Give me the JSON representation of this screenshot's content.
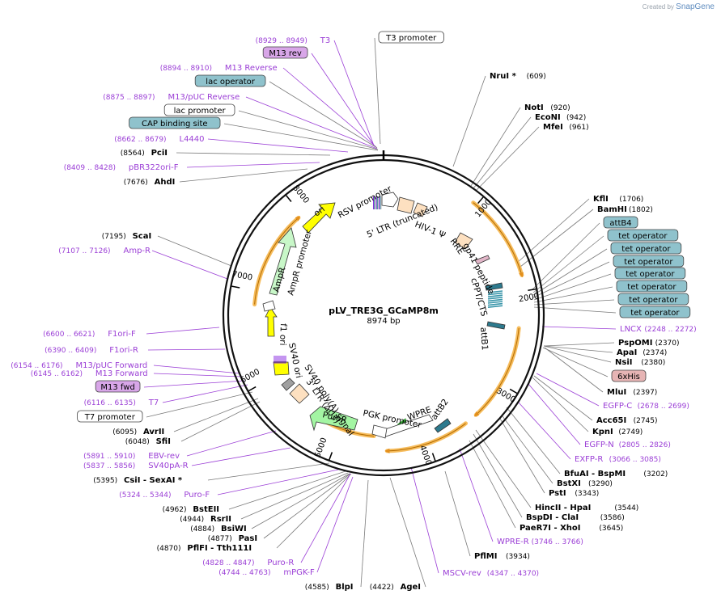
{
  "watermark": {
    "prefix": "Created by",
    "brand": "SnapGene"
  },
  "plasmid": {
    "name": "pLV_TRE3G_GCaMP8m",
    "length": "8974 bp"
  },
  "colors": {
    "site": "#7a7a7a",
    "primer": "#9b3fd6",
    "backbone": "#111111",
    "orange_arrow": "#f5b54a",
    "tet_operator": "#8fc2cc",
    "lac_operator": "#8fc2cc",
    "cap_site": "#8fc2cc",
    "t3_primer_box": "#d8a6e8",
    "his_tag": "#e6b4b4",
    "ori": "#ffff00",
    "ampr": "#c8f7c8",
    "puror": "#a3f5a3",
    "promoter_box": "#ffffff",
    "ltr": "#fde0c0"
  },
  "ticks": [
    "1000",
    "2000",
    "3000",
    "4000",
    "5000",
    "6000",
    "7000",
    "8000"
  ],
  "labels": [
    {
      "kind": "primer",
      "name": "T3",
      "pos": "(8929 .. 8949)"
    },
    {
      "kind": "box",
      "style": "primer",
      "name": "M13 rev"
    },
    {
      "kind": "primer",
      "name": "M13 Reverse",
      "pos": "(8894 .. 8910)"
    },
    {
      "kind": "box",
      "style": "op",
      "name": "lac operator"
    },
    {
      "kind": "primer",
      "name": "M13/pUC Reverse",
      "pos": "(8875 .. 8897)"
    },
    {
      "kind": "box",
      "style": "white",
      "name": "lac promoter"
    },
    {
      "kind": "box",
      "style": "op",
      "name": "CAP binding site"
    },
    {
      "kind": "primer",
      "name": "L4440",
      "pos": "(8662 .. 8679)"
    },
    {
      "kind": "site",
      "name": "PciI",
      "pos": "(8564)"
    },
    {
      "kind": "primer",
      "name": "pBR322ori-F",
      "pos": "(8409 .. 8428)"
    },
    {
      "kind": "site",
      "name": "AhdI",
      "pos": "(7676)"
    },
    {
      "kind": "site",
      "name": "ScaI",
      "pos": "(7195)"
    },
    {
      "kind": "primer",
      "name": "Amp-R",
      "pos": "(7107 .. 7126)"
    },
    {
      "kind": "primer",
      "name": "F1ori-F",
      "pos": "(6600 .. 6621)"
    },
    {
      "kind": "primer",
      "name": "F1ori-R",
      "pos": "(6390 .. 6409)"
    },
    {
      "kind": "primer",
      "name": "M13/pUC Forward",
      "pos": "(6154 .. 6176)"
    },
    {
      "kind": "primer",
      "name": "M13 Forward",
      "pos": "(6145 .. 6162)"
    },
    {
      "kind": "box",
      "style": "primer",
      "name": "M13 fwd"
    },
    {
      "kind": "primer",
      "name": "T7",
      "pos": "(6116 .. 6135)"
    },
    {
      "kind": "box",
      "style": "white",
      "name": "T7 promoter"
    },
    {
      "kind": "site",
      "name": "AvrII",
      "pos": "(6095)"
    },
    {
      "kind": "site",
      "name": "SfiI",
      "pos": "(6048)"
    },
    {
      "kind": "primer",
      "name": "EBV-rev",
      "pos": "(5891 .. 5910)"
    },
    {
      "kind": "primer",
      "name": "SV40pA-R",
      "pos": "(5837 .. 5856)"
    },
    {
      "kind": "site",
      "name": "CsiI  - SexAI *",
      "pos": "(5395)"
    },
    {
      "kind": "primer",
      "name": "Puro-F",
      "pos": "(5324 .. 5344)"
    },
    {
      "kind": "site",
      "name": "BstEII",
      "pos": "(4962)"
    },
    {
      "kind": "site",
      "name": "RsrII",
      "pos": "(4944)"
    },
    {
      "kind": "site",
      "name": "BsiWI",
      "pos": "(4884)"
    },
    {
      "kind": "site",
      "name": "PasI",
      "pos": "(4877)"
    },
    {
      "kind": "site",
      "name": "PflFI  - Tth111I",
      "pos": "(4870)"
    },
    {
      "kind": "primer",
      "name": "Puro-R",
      "pos": "(4828 .. 4847)"
    },
    {
      "kind": "primer",
      "name": "mPGK-F",
      "pos": "(4744 .. 4763)"
    },
    {
      "kind": "site",
      "name": "BlpI",
      "pos": "(4585)"
    },
    {
      "kind": "site",
      "name": "AgeI",
      "pos": "(4422)"
    },
    {
      "kind": "primer",
      "name": "MSCV-rev",
      "pos": "(4347 .. 4370)"
    },
    {
      "kind": "site",
      "name": "PflMI",
      "pos": "(3934)"
    },
    {
      "kind": "primer",
      "name": "WPRE-R",
      "pos": "(3746 .. 3766)"
    },
    {
      "kind": "site",
      "name": "PaeR7I  - XhoI",
      "pos": "(3645)"
    },
    {
      "kind": "site",
      "name": "BspDI  - ClaI",
      "pos": "(3586)"
    },
    {
      "kind": "site",
      "name": "HincII  - HpaI",
      "pos": "(3544)"
    },
    {
      "kind": "site",
      "name": "PstI",
      "pos": "(3343)"
    },
    {
      "kind": "site",
      "name": "BstXI",
      "pos": "(3290)"
    },
    {
      "kind": "site",
      "name": "BfuAI  - BspMI",
      "pos": "(3202)"
    },
    {
      "kind": "primer",
      "name": "EXFP-R",
      "pos": "(3066 .. 3085)"
    },
    {
      "kind": "primer",
      "name": "EGFP-N",
      "pos": "(2805 .. 2826)"
    },
    {
      "kind": "site",
      "name": "KpnI",
      "pos": "(2749)"
    },
    {
      "kind": "site",
      "name": "Acc65I",
      "pos": "(2745)"
    },
    {
      "kind": "primer",
      "name": "EGFP-C",
      "pos": "(2678 .. 2699)"
    },
    {
      "kind": "site",
      "name": "MluI",
      "pos": "(2397)"
    },
    {
      "kind": "box",
      "style": "his",
      "name": "6xHis"
    },
    {
      "kind": "site",
      "name": "NsiI",
      "pos": "(2380)"
    },
    {
      "kind": "site",
      "name": "ApaI",
      "pos": "(2374)"
    },
    {
      "kind": "site",
      "name": "PspOMI",
      "pos": "(2370)"
    },
    {
      "kind": "primer",
      "name": "LNCX",
      "pos": "(2248 .. 2272)"
    },
    {
      "kind": "box",
      "style": "op",
      "name": "tet operator"
    },
    {
      "kind": "box",
      "style": "op",
      "name": "tet operator"
    },
    {
      "kind": "box",
      "style": "op",
      "name": "tet operator"
    },
    {
      "kind": "box",
      "style": "op",
      "name": "tet operator"
    },
    {
      "kind": "box",
      "style": "op",
      "name": "tet operator"
    },
    {
      "kind": "box",
      "style": "op",
      "name": "tet operator"
    },
    {
      "kind": "box",
      "style": "op",
      "name": "tet operator"
    },
    {
      "kind": "box",
      "style": "op",
      "name": "attB4"
    },
    {
      "kind": "site",
      "name": "BamHI",
      "pos": "(1802)"
    },
    {
      "kind": "site",
      "name": "KflI",
      "pos": "(1706)"
    },
    {
      "kind": "site",
      "name": "MfeI",
      "pos": "(961)"
    },
    {
      "kind": "site",
      "name": "EcoNI",
      "pos": "(942)"
    },
    {
      "kind": "site",
      "name": "NotI",
      "pos": "(920)"
    },
    {
      "kind": "site",
      "name": "NruI *",
      "pos": "(609)"
    },
    {
      "kind": "box",
      "style": "white",
      "name": "T3 promoter"
    }
  ],
  "features": [
    "RSV promoter",
    "5' LTR (truncated)",
    "HIV-1 Ψ",
    "RRE",
    "gp41 peptide",
    "cPPT/CTS",
    "attB1",
    "attB2",
    "WPRE",
    "PGK promoter",
    "PuroR",
    "3' LTR (ΔU3)",
    "SV40 poly(A) signal",
    "SV40 ori",
    "f1 ori",
    "AmpR",
    "AmpR promoter",
    "ori"
  ]
}
